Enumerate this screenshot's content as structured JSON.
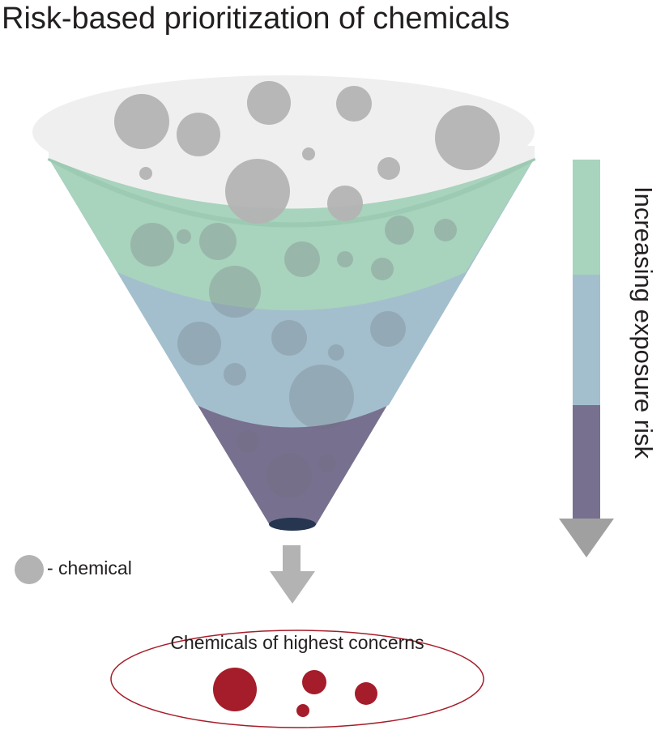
{
  "title": "Risk-based prioritization of chemicals",
  "side_label": "Increasing exposure risk",
  "legend": {
    "icon": "gray-circle",
    "label": "- chemical"
  },
  "result_label": "Chemicals of highest concerns",
  "colors": {
    "top": "#f0eff0",
    "green": "#a8d3bd",
    "blue": "#a3bfcd",
    "purple": "#78708f",
    "chemical": "#b3b3b3",
    "concern": "#a51d2a",
    "arrow": "#a0a0a0"
  }
}
